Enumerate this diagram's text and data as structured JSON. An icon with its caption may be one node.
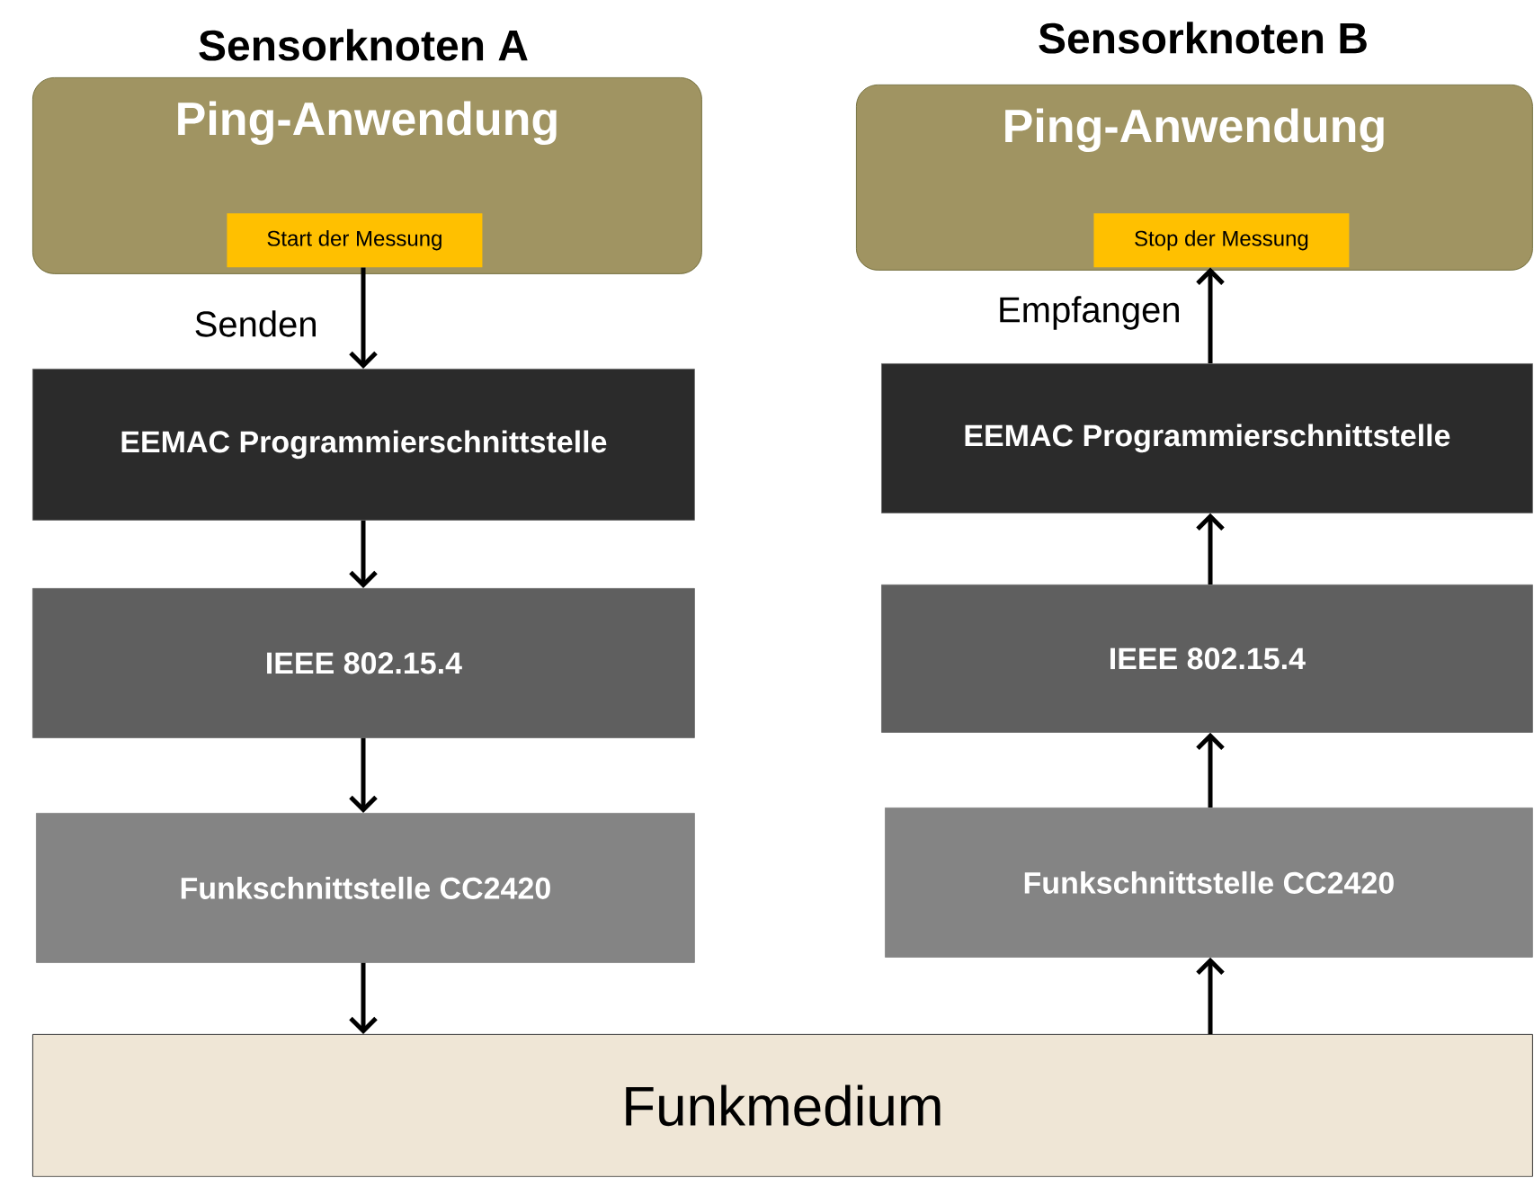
{
  "diagram": {
    "nodes": [
      {
        "text": [
          "Ping-Anwendung"
        ]
      },
      {
        "text": [
          "Start der Messung"
        ],
        "in": 0
      },
      {
        "text": [
          "EEMAC Programmierschnittstelle"
        ]
      },
      {
        "text": [
          "IEEE 802.15.4"
        ]
      },
      {
        "text": [
          "Funkschnittstelle CC2420"
        ]
      },
      {
        "text": [
          "Ping-Anwendung"
        ]
      },
      {
        "text": [
          "Stop der Messung"
        ],
        "in": 5
      },
      {
        "text": [
          "EEMAC Programmierschnittstelle"
        ]
      },
      {
        "text": [
          "IEEE 802.15.4"
        ]
      },
      {
        "text": [
          "Funkschnittstelle CC2420"
        ]
      },
      {
        "text": [
          "Funkmedium"
        ]
      }
    ],
    "edges": [
      {
        "from": 1,
        "to": 2,
        "arrow": "to",
        "label": "Senden"
      },
      {
        "from": 2,
        "to": 3,
        "arrow": "to"
      },
      {
        "from": 3,
        "to": 4,
        "arrow": "to"
      },
      {
        "from": 4,
        "to": 10,
        "arrow": "to"
      },
      {
        "from": 10,
        "to": 9,
        "arrow": "to"
      },
      {
        "from": 9,
        "to": 8,
        "arrow": "to"
      },
      {
        "from": 8,
        "to": 7,
        "arrow": "to"
      },
      {
        "from": 7,
        "to": 6,
        "arrow": "to",
        "label": "Empfangen"
      }
    ],
    "labels": [
      "Sensorknoten A",
      "Sensorknoten B"
    ]
  }
}
